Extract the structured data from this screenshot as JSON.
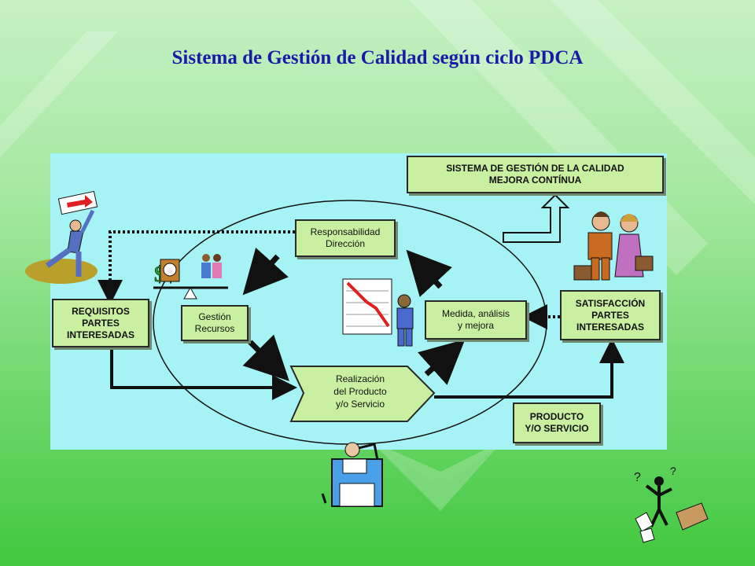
{
  "title": "Sistema de Gestión de Calidad según ciclo PDCA",
  "colors": {
    "panel": "#a6f3f5",
    "box_fill": "#c8f0a0",
    "title": "#1a1aa8",
    "background_bottom": "#44cc44"
  },
  "diagram": {
    "system_box": {
      "line1": "SISTEMA DE GESTIÓN DE LA CALIDAD",
      "line2": "MEJORA CONTÍNUA"
    },
    "requisitos": {
      "line1": "REQUISITOS",
      "line2": "PARTES",
      "line3": "INTERESADAS"
    },
    "satisfaccion": {
      "line1": "SATISFACCIÓN",
      "line2": "PARTES",
      "line3": "INTERESADAS"
    },
    "responsabilidad": {
      "line1": "Responsabilidad",
      "line2": "Dirección"
    },
    "gestion": {
      "line1": "Gestión",
      "line2": "Recursos"
    },
    "medida": {
      "line1": "Medida, análisis",
      "line2": "y mejora"
    },
    "realizacion": {
      "line1": "Realización",
      "line2": "del Producto",
      "line3": "y/o Servicio"
    },
    "producto": {
      "line1": "PRODUCTO",
      "line2": "Y/O SERVICIO"
    }
  },
  "icons": [
    "businessman-arrow-icon",
    "money-scale-icon",
    "falling-chart-icon",
    "handshake-couple-icon",
    "floppy-disk-man-icon",
    "confused-man-box-icon"
  ]
}
